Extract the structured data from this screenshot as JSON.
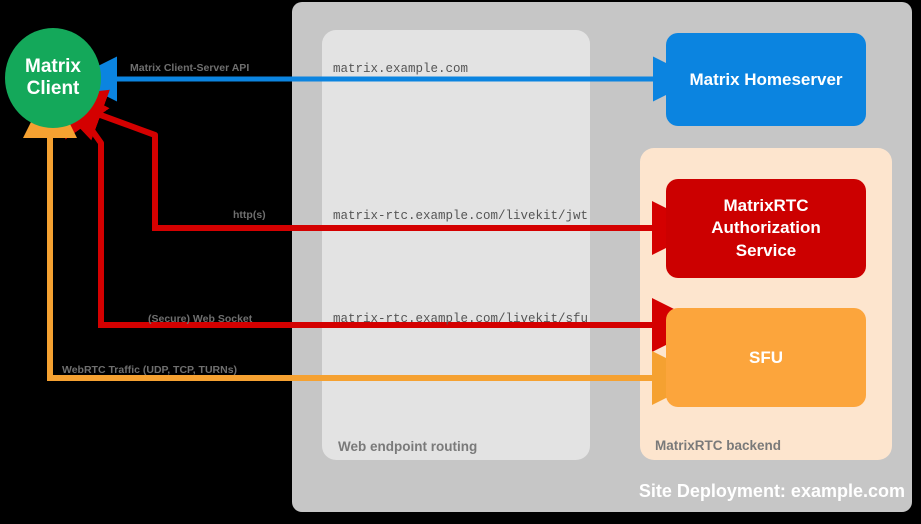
{
  "diagram": {
    "title": "Site Deployment: example.com",
    "containers": {
      "site": {
        "label": "Site Deployment: example.com",
        "color": "#c6c6c6"
      },
      "web_routing": {
        "label": "Web endpoint routing",
        "color": "#e3e3e3"
      },
      "rtc_backend": {
        "label": "MatrixRTC backend",
        "color": "#fde5ce"
      }
    },
    "nodes": [
      {
        "id": "matrix-client",
        "label": "Matrix\nClient",
        "color": "#14a85a",
        "shape": "circle"
      },
      {
        "id": "matrix-homeserver",
        "label": "Matrix Homeserver",
        "color": "#0b84e0",
        "shape": "rounded-rect"
      },
      {
        "id": "auth-service",
        "label": "MatrixRTC\nAuthorization\nService",
        "color": "#cc0000",
        "shape": "rounded-rect"
      },
      {
        "id": "sfu",
        "label": "SFU",
        "color": "#fca53c",
        "shape": "rounded-rect"
      }
    ],
    "node_labels": {
      "matrix_client_line1": "Matrix",
      "matrix_client_line2": "Client",
      "matrix_homeserver": "Matrix Homeserver",
      "auth_service_line1": "MatrixRTC",
      "auth_service_line2": "Authorization",
      "auth_service_line3": "Service",
      "sfu": "SFU"
    },
    "endpoints": [
      {
        "id": "ep-hs",
        "text": "matrix.example.com"
      },
      {
        "id": "ep-jwt",
        "text": "matrix-rtc.example.com/livekit/jwt"
      },
      {
        "id": "ep-sfu",
        "text": "matrix-rtc.example.com/livekit/sfu"
      }
    ],
    "flows": [
      {
        "id": "csapi",
        "label": "Matrix Client-Server API",
        "color": "#0b84e0",
        "direction": "bidirectional"
      },
      {
        "id": "https",
        "label": "http(s)",
        "color": "#d40000",
        "direction": "bidirectional"
      },
      {
        "id": "ws",
        "label": "(Secure) Web Socket",
        "color": "#d40000",
        "direction": "bidirectional"
      },
      {
        "id": "webrtc",
        "label": "WebRTC Traffic (UDP, TCP, TURNs)",
        "color": "#f5a131",
        "direction": "bidirectional"
      }
    ],
    "colors": {
      "background": "#000000",
      "site_container": "#c6c6c6",
      "web_routing_container": "#e3e3e3",
      "rtc_backend_container": "#fde5ce",
      "client": "#14a85a",
      "homeserver": "#0b84e0",
      "auth": "#cc0000",
      "sfu": "#fca53c",
      "blue_flow": "#0b84e0",
      "red_flow": "#d40000",
      "orange_flow": "#f5a131",
      "caption_text": "#7a7a7a",
      "endpoint_text": "#555555"
    }
  }
}
